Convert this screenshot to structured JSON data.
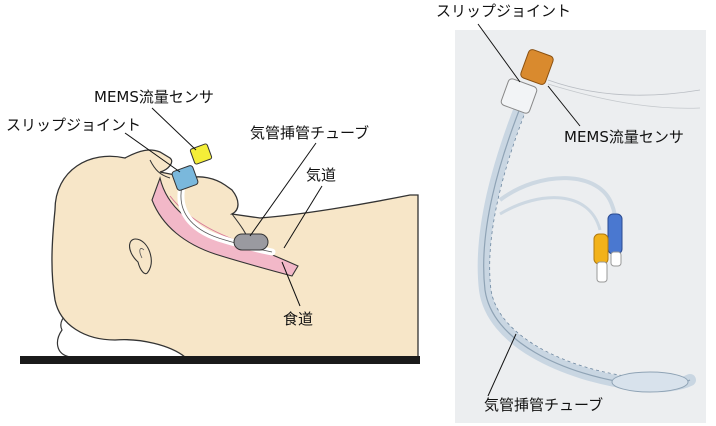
{
  "left_diagram": {
    "labels": {
      "mems_sensor": "MEMS流量センサ",
      "slip_joint": "スリップジョイント",
      "et_tube": "気管挿管チューブ",
      "trachea": "気道",
      "esophagus": "食道"
    },
    "colors": {
      "skin": "#f7e6c8",
      "airway": "#f2b8c8",
      "sensor": "#f4ee38",
      "joint": "#7ab8dc",
      "bed": "#1a1a1a"
    }
  },
  "right_photo": {
    "labels": {
      "slip_joint": "スリップジョイント",
      "mems_sensor": "MEMS流量センサ",
      "et_tube": "気管挿管チューブ"
    },
    "colors": {
      "background": "#eceef0",
      "connector_orange": "#d98a2e",
      "pilot_blue": "#4a78d0",
      "pilot_yellow": "#f2b21a"
    }
  }
}
